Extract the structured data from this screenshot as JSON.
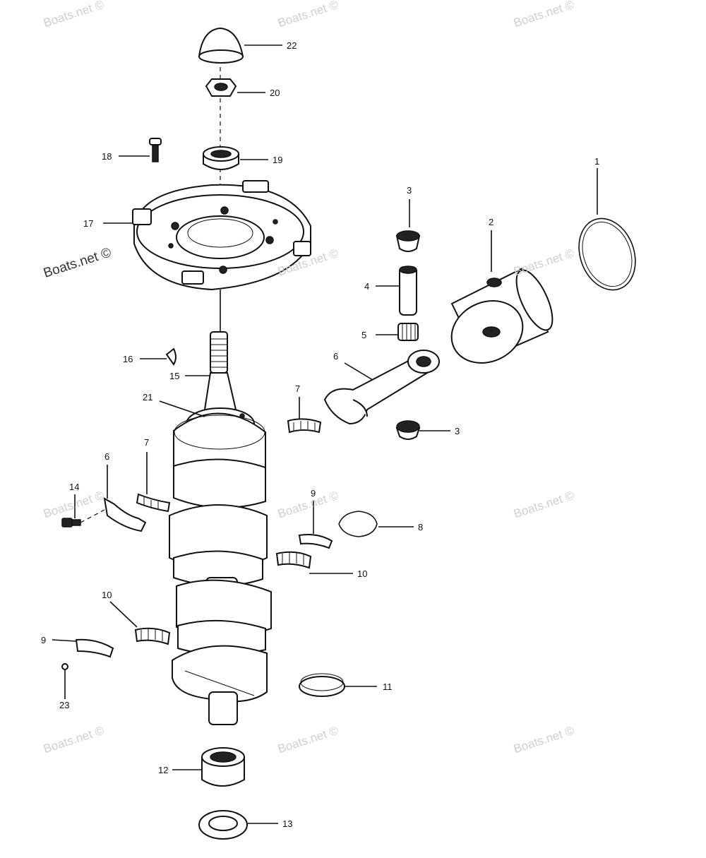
{
  "watermark": "Boats.net ©",
  "callouts": {
    "c1": "1",
    "c2": "2",
    "c3a": "3",
    "c3b": "3",
    "c4": "4",
    "c5": "5",
    "c6a": "6",
    "c6b": "6",
    "c7a": "7",
    "c7b": "7",
    "c8": "8",
    "c9a": "9",
    "c9b": "9",
    "c10a": "10",
    "c10b": "10",
    "c11": "11",
    "c12": "12",
    "c13": "13",
    "c14": "14",
    "c15": "15",
    "c16": "16",
    "c17": "17",
    "c18": "18",
    "c19": "19",
    "c20": "20",
    "c21": "21",
    "c22": "22",
    "c23": "23"
  }
}
